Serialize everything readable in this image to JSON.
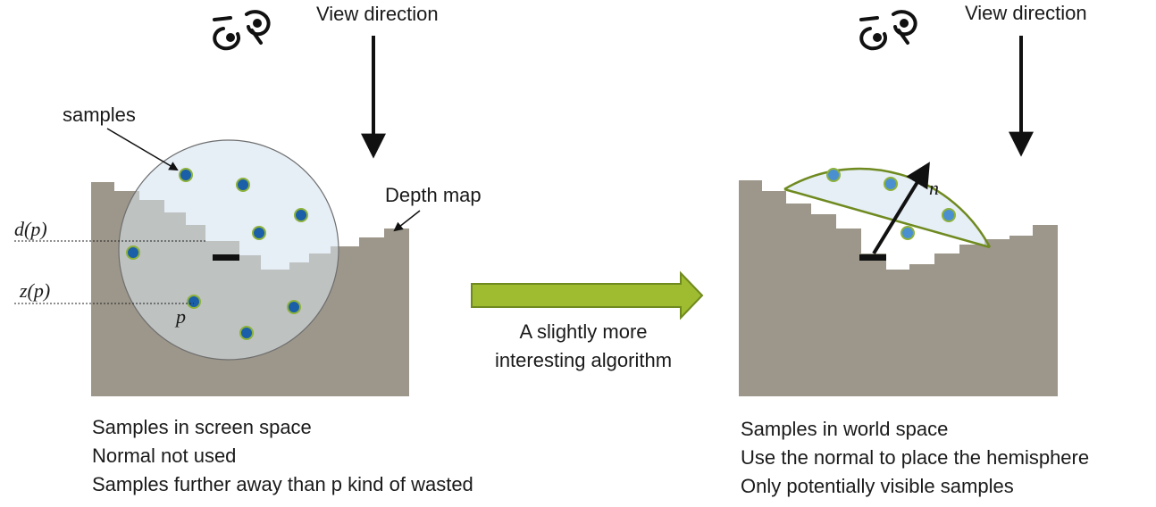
{
  "left_panel": {
    "view_direction_label": "View direction",
    "samples_label": "samples",
    "depth_map_label": "Depth map",
    "d_label": "d(p)",
    "z_label": "z(p)",
    "p_label": "p",
    "caption_lines": [
      "Samples in screen space",
      "Normal not used",
      "Samples further away than p kind of wasted"
    ]
  },
  "transition": {
    "label_line1": "A slightly more",
    "label_line2": "interesting algorithm"
  },
  "right_panel": {
    "view_direction_label": "View direction",
    "n_label": "n",
    "caption_lines": [
      "Samples in world space",
      "Use the normal to place the hemisphere",
      "Only potentially visible samples"
    ]
  },
  "colors": {
    "depth_surface": "#9d978b",
    "sphere_fill": "#e6eef6",
    "sample_fill": "#1a5fa8",
    "sample_ring": "#8db23a",
    "hemisphere_outline": "#6f8a1f",
    "arrow_green": "#9fbb30"
  }
}
